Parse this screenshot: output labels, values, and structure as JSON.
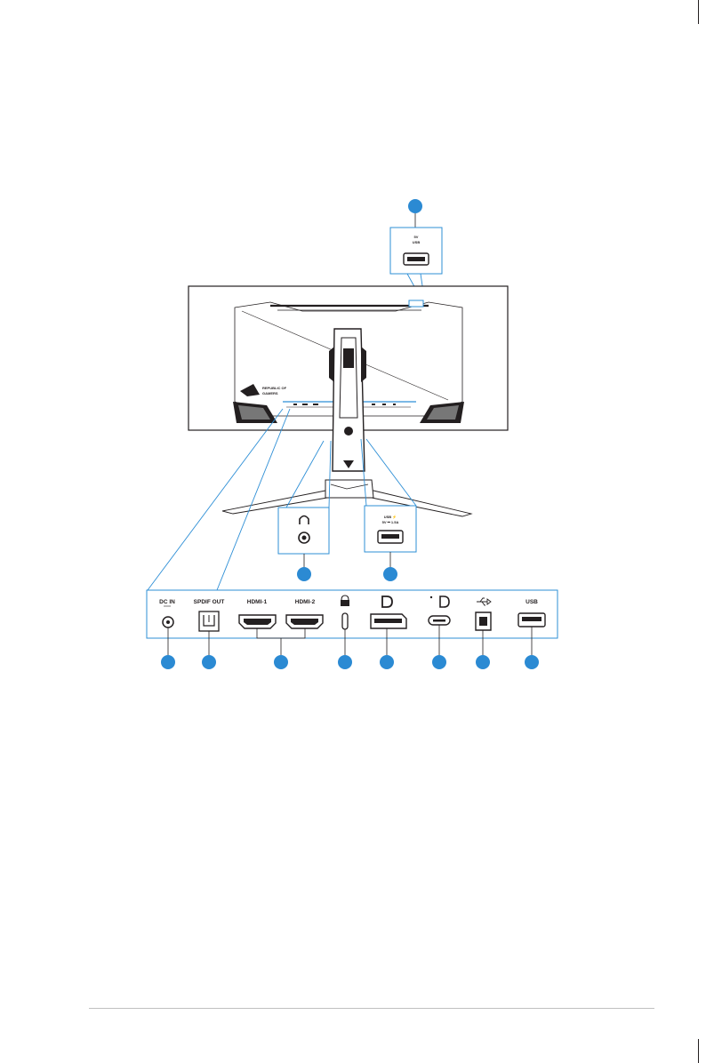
{
  "page": {
    "footer_rule_color": "#c0c0c0",
    "accent_color": "#2b8ad3",
    "crop_marks": true
  },
  "figure": {
    "monitor_logo": {
      "line1": "REPUBLIC OF",
      "line2": "GAMERS"
    },
    "top_callout": {
      "icon": "usb-icon",
      "label": "USB",
      "sublabel": "5V"
    },
    "side_callouts": [
      {
        "id": "headphone",
        "icon": "headphone-icon"
      },
      {
        "id": "usb-charge",
        "icon": "usb-icon",
        "label": "USB ⚡",
        "sublabel": "5V ⎓ 1.5A"
      }
    ],
    "io_panel": {
      "ports": [
        {
          "id": "dc-in",
          "label": "DC IN",
          "icon": "dc-jack-icon"
        },
        {
          "id": "spdif",
          "label": "SPDIF OUT",
          "icon": "optical-port-icon"
        },
        {
          "id": "hdmi1",
          "label": "HDMI-1",
          "icon": "hdmi-port-icon"
        },
        {
          "id": "hdmi2",
          "label": "HDMI-2",
          "icon": "hdmi-port-icon"
        },
        {
          "id": "lock",
          "label": "",
          "icon": "lock-icon"
        },
        {
          "id": "dp",
          "label": "",
          "icon": "displayport-icon"
        },
        {
          "id": "usbc-dp",
          "label": "",
          "icon": "usb-c-displayport-icon"
        },
        {
          "id": "usb-up",
          "label": "",
          "icon": "usb-b-icon"
        },
        {
          "id": "usb-down",
          "label": "USB",
          "icon": "usb-a-icon"
        }
      ]
    }
  }
}
